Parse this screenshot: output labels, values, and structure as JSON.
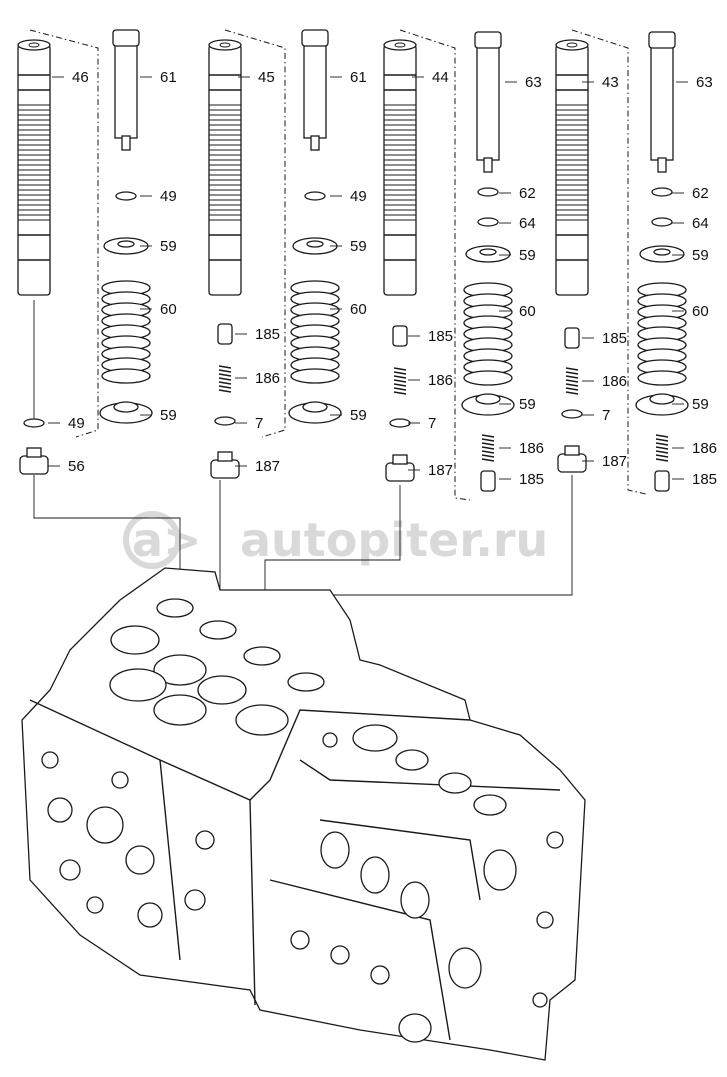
{
  "watermark": {
    "text": "autopiter.ru",
    "logo": "a>"
  },
  "labels": {
    "c1": [
      "46",
      "49",
      "56"
    ],
    "c2": [
      "61",
      "49",
      "59",
      "60",
      "59"
    ],
    "c3": [
      "45",
      "185",
      "186",
      "7",
      "187"
    ],
    "c4": [
      "61",
      "49",
      "59",
      "60",
      "59"
    ],
    "c5": [
      "44",
      "185",
      "186",
      "7",
      "187"
    ],
    "c6": [
      "63",
      "62",
      "64",
      "59",
      "60",
      "59",
      "186",
      "185"
    ],
    "c7": [
      "43",
      "185",
      "186",
      "7",
      "187"
    ],
    "c8": [
      "63",
      "62",
      "64",
      "59",
      "60",
      "59",
      "186",
      "185"
    ]
  }
}
